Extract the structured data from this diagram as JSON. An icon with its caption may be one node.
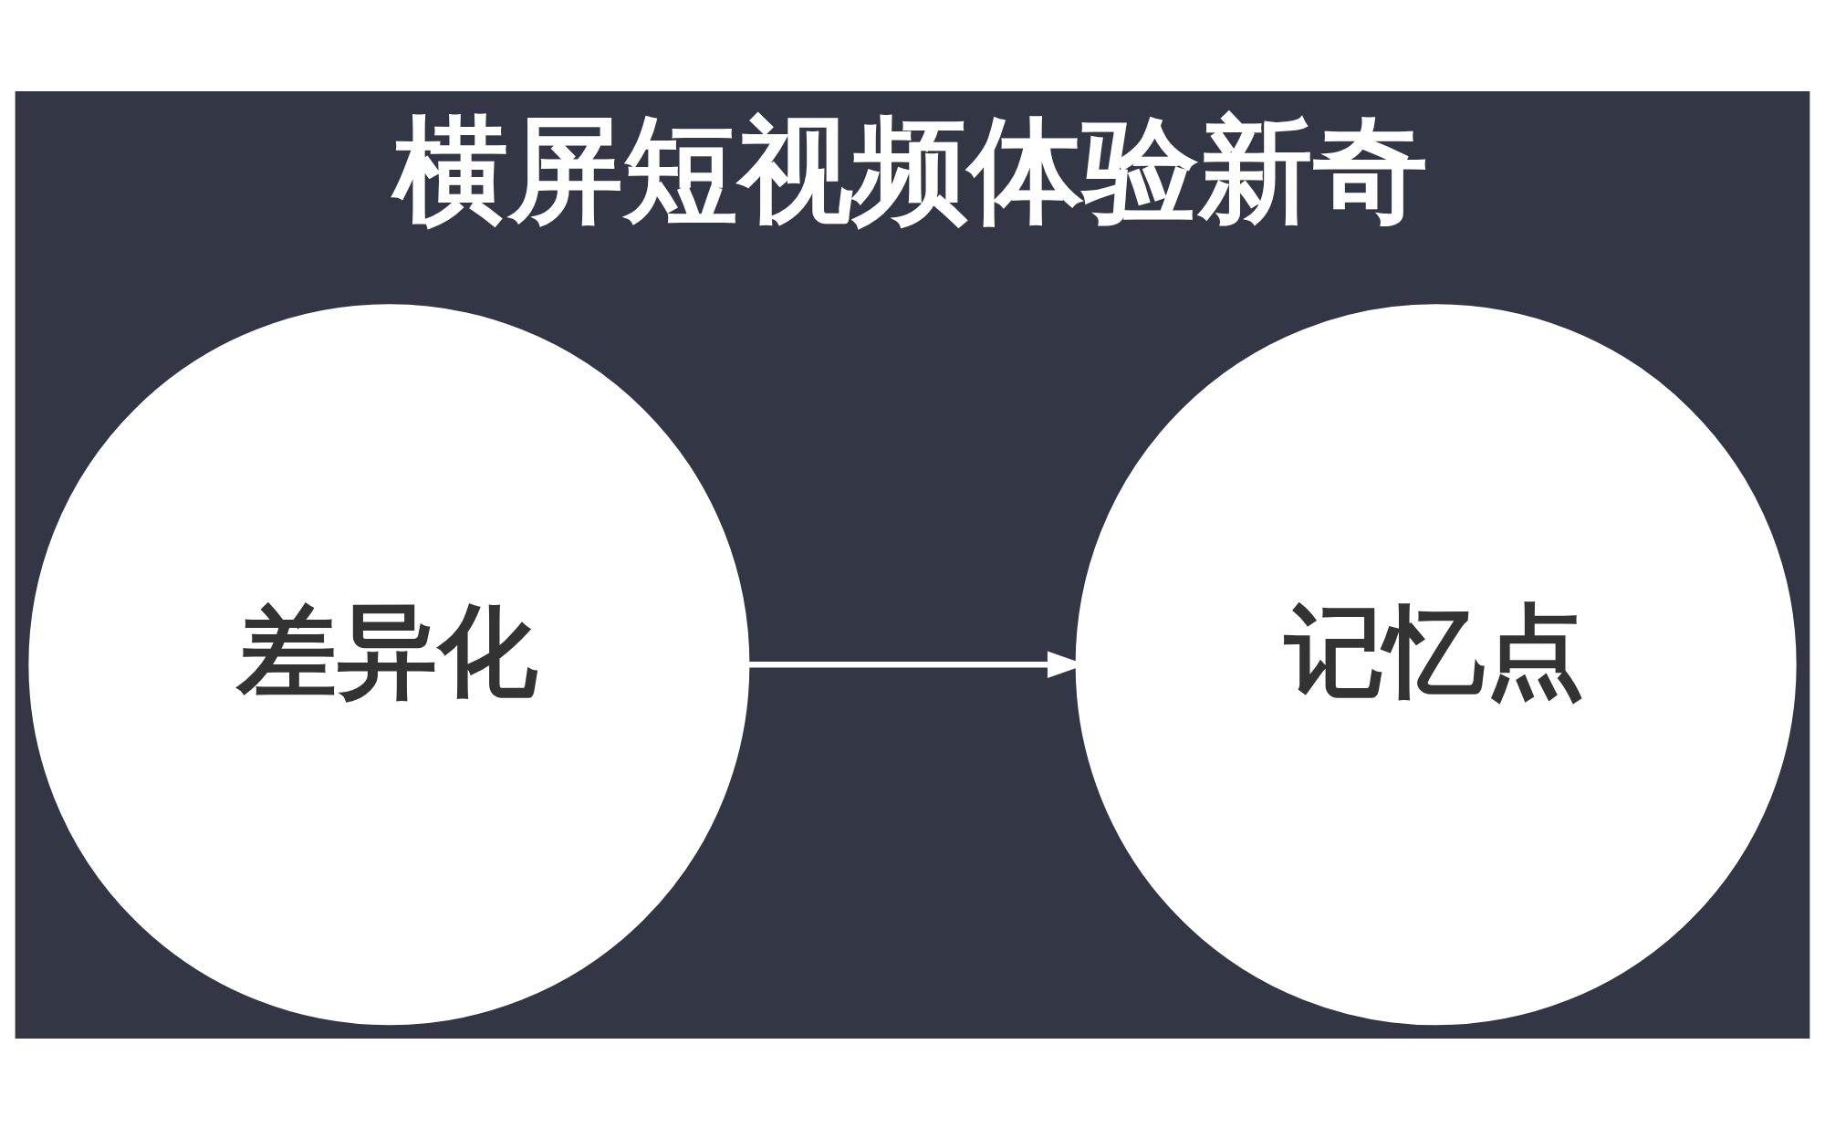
{
  "diagram": {
    "title": "横屏短视频体验新奇",
    "nodes": [
      {
        "text": [
          "差异化"
        ]
      },
      {
        "text": [
          "记忆点"
        ]
      }
    ],
    "edges": [
      {
        "from": 0,
        "to": 1,
        "arrow": "to"
      }
    ]
  }
}
